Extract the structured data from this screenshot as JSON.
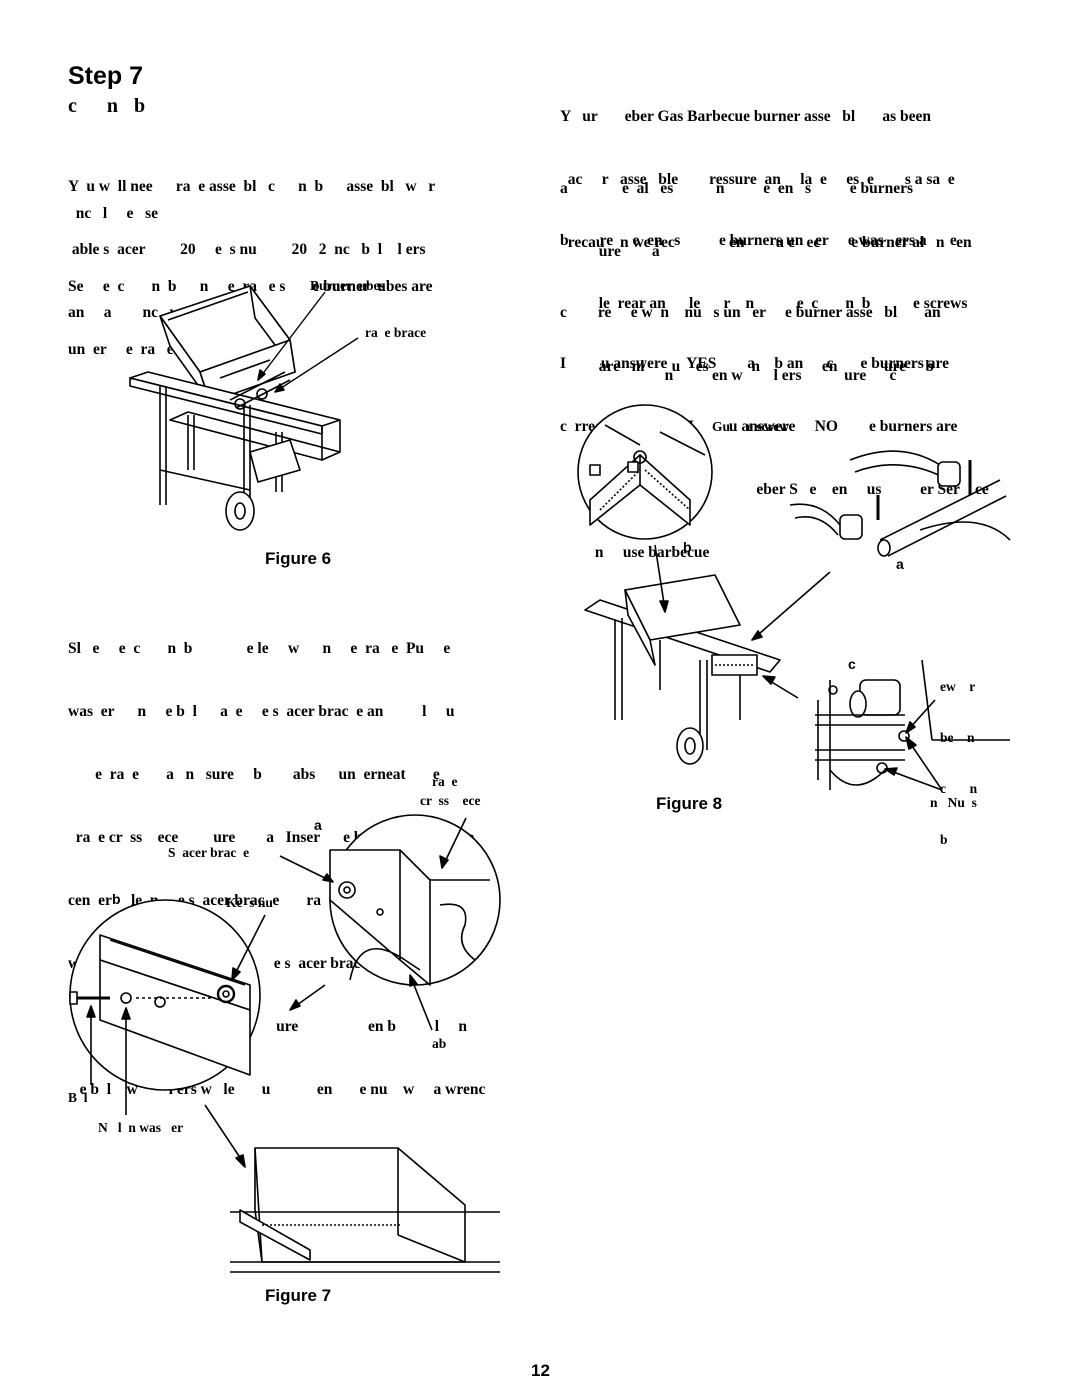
{
  "step": {
    "title": "Step 7",
    "subtitle": "c    n  b"
  },
  "left": {
    "p1": [
      "Y  u w  ll nee      ra  e asse  bl   c      n  b      asse  bl   w   r",
      " able s  acer         20     e  s nu         20   2  nc   b  l    l ers",
      "an     a        nc   wrenc"
    ],
    "p2": "  nc   l     e   se",
    "p3": [
      "Se     e  c       n  b      n     e  ra   e s       e burner  ubes are",
      "un  er     e  ra   e brace         ure"
    ],
    "p4": [
      "Sl   e     e  c       n  b              e le     w      n     e  ra   e  Pu     e",
      "was  er      n     e b  l      a  e     e s  acer brac  e an          l     u",
      "       e  ra  e       a   n   sure     b        abs      un  erneat       e",
      "  ra  e cr  ss    ece         ure        a   Inser      e b  l        r  u          e",
      "cen  er     le  n     e s  acer brac  e       ra  e an      c       n  b",
      "w     e  ea           e b  l     u s  e     e s  acer brac  e",
      "     ure        b              e s nu         ure                  en b          l     n",
      "   e b  l    w        l ers w   le       u            en       e nu    w     a wrenc"
    ]
  },
  "right": {
    "p1": [
      "Y   ur       eber Gas Barbecue burner asse   bl       as been",
      "  ac     r   asse   ble        ressure  an     la  e     es  e        s a sa  e",
      "  recau    n we rec              en        u c   ec        e burner al   n   en"
    ],
    "qa": [
      "a              e  al   es           n          e  en   s          e burners",
      "          ure        a"
    ],
    "qb": [
      "b        re     e  en   s          e burners un   er     e was   ers a      e",
      "          le  rear an      le      r    n           e  c       n  b           e screws",
      "          are   nl       u    es           n                en            ure     b"
    ],
    "qc": [
      "c        re     e w  n    nu   s un   er     e burner asse   bl       an",
      "                           n          en w        l ers           ure      c"
    ],
    "p2": [
      "I         u answere     YES        a     b an      c       e burners are",
      "c  rrec   l   al   ne     I         u answere     NO        e burners are",
      "       sal   ne           n  ac             eber S   e    en     us          er Ser    ce",
      "         n     use barbecue"
    ]
  },
  "figure6": {
    "caption": "Figure 6",
    "label_tubes": "Burner  ubes",
    "label_brace": "ra  e brace"
  },
  "figure7": {
    "caption": "Figure 7",
    "label_a": "a",
    "label_b": "b",
    "label_frame": "ra  e",
    "label_cross": "cr  ss    ece",
    "label_spacer": "S  acer brac  e",
    "label_keps": "Ke  s nu",
    "label_tab": "ab",
    "label_bolt": "B  l",
    "label_washer": "N   l  n was   er"
  },
  "figure8": {
    "caption": "Figure 8",
    "label_guide": "Gu     e screw",
    "label_a": "a",
    "label_b": "b",
    "label_c": "c",
    "label_lower": [
      "ew    r",
      "be    n",
      "c       n",
      "b"
    ],
    "label_nuts": "n   Nu  s"
  },
  "page_number": "12"
}
